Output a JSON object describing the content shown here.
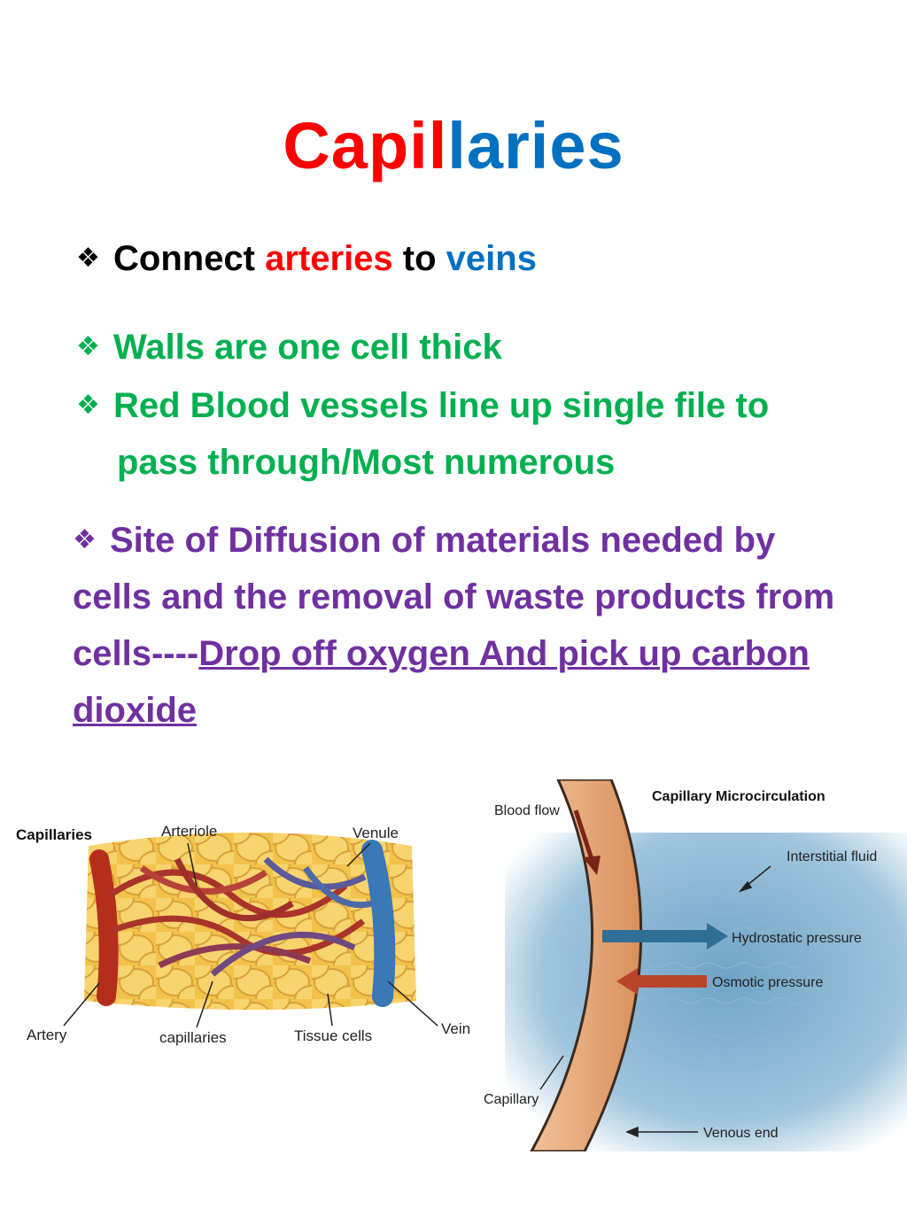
{
  "title": {
    "part1": "Capil",
    "part2": "laries",
    "color1": "#ff0000",
    "color2": "#0070c0"
  },
  "bullet_symbol": "❖",
  "bullets": {
    "connect": {
      "w1": "Connect ",
      "w2": "arteries",
      "w3": " to ",
      "w4": "veins"
    },
    "walls": "Walls are one cell thick",
    "rbc_line1": "Red Blood vessels line up single file to",
    "rbc_line2": "pass through/Most numerous",
    "diffusion_text": "Site of Diffusion of materials needed by cells and the removal of waste products from cells----",
    "diffusion_underline": "Drop off oxygen And pick up carbon dioxide"
  },
  "colors": {
    "red": "#ff0000",
    "blue": "#0070c0",
    "green": "#00b050",
    "purple": "#7030a0"
  },
  "diagram_left": {
    "heading": "Capillaries",
    "labels": {
      "arteriole": "Arteriole",
      "venule": "Venule",
      "artery": "Artery",
      "capillaries": "capillaries",
      "tissue_cells": "Tissue cells",
      "vein": "Vein"
    }
  },
  "diagram_right": {
    "heading": "Capillary Microcirculation",
    "labels": {
      "blood_flow": "Blood flow",
      "interstitial_fluid": "Interstitial fluid",
      "hydrostatic_pressure": "Hydrostatic pressure",
      "osmotic_pressure": "Osmotic pressure",
      "capillary": "Capillary",
      "venous_end": "Venous end"
    }
  }
}
